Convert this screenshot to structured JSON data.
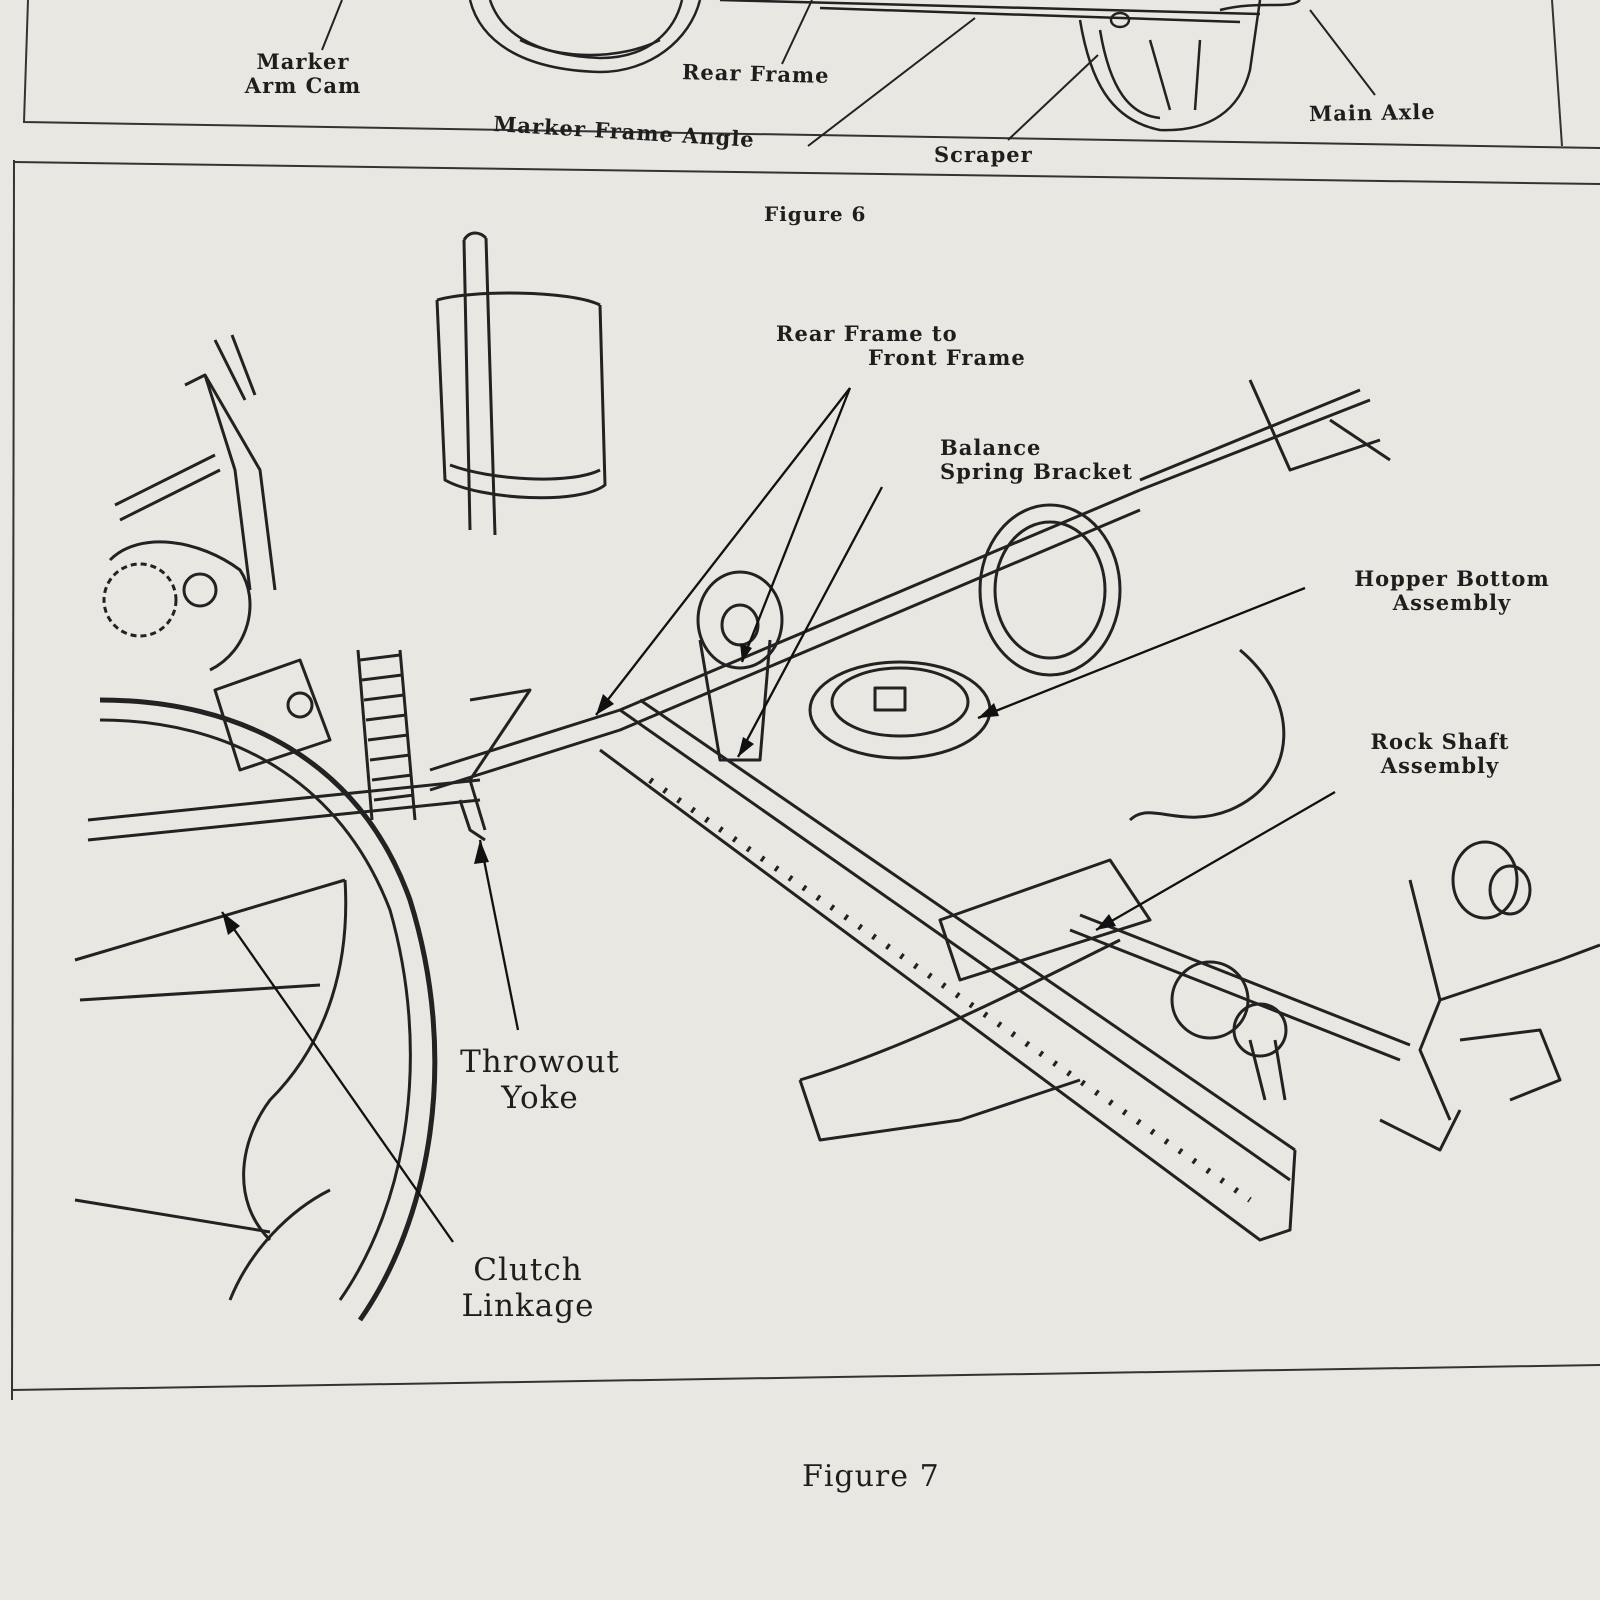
{
  "figure6": {
    "caption": "Figure 6",
    "labels": {
      "marker_arm_cam_1": "Marker",
      "marker_arm_cam_2": "Arm Cam",
      "rear_frame": "Rear Frame",
      "marker_frame_angle": "Marker Frame Angle",
      "scraper": "Scraper",
      "main_axle": "Main Axle"
    }
  },
  "figure7": {
    "caption": "Figure 7",
    "labels": {
      "rear_frame_to_front_frame_1": "Rear Frame to",
      "rear_frame_to_front_frame_2": "Front Frame",
      "balance_spring_bracket_1": "Balance",
      "balance_spring_bracket_2": "Spring Bracket",
      "hopper_bottom_assembly_1": "Hopper Bottom",
      "hopper_bottom_assembly_2": "Assembly",
      "rock_shaft_assembly_1": "Rock Shaft",
      "rock_shaft_assembly_2": "Assembly",
      "throwout_yoke_1": "Throwout",
      "throwout_yoke_2": "Yoke",
      "clutch_linkage_1": "Clutch",
      "clutch_linkage_2": "Linkage"
    }
  },
  "colors": {
    "paper": "#e9e7e1",
    "ink": "#1e1e1e"
  }
}
